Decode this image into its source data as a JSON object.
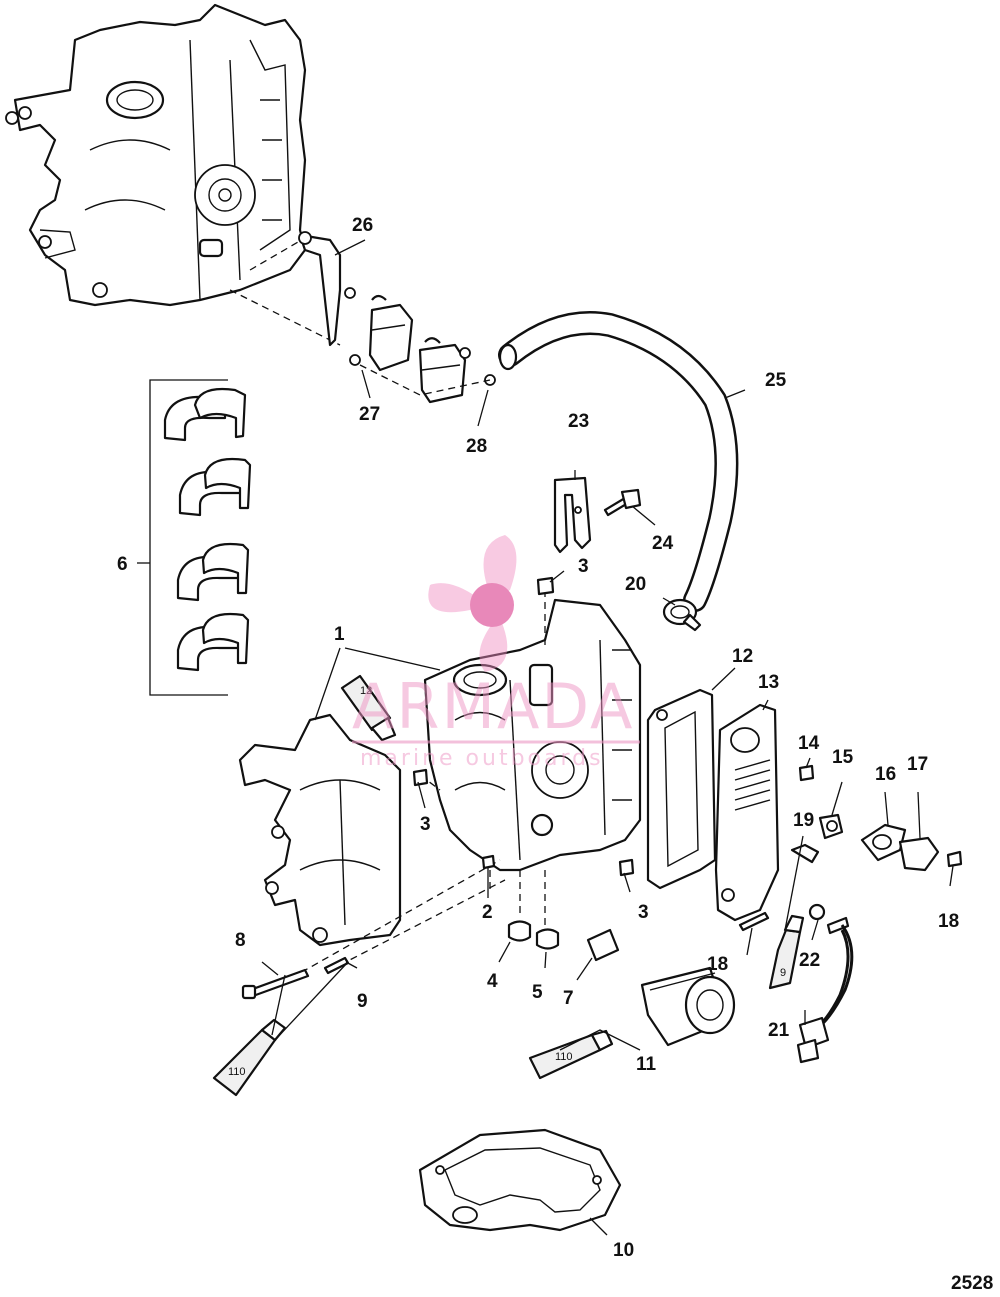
{
  "figure_number": "2528",
  "watermark": {
    "brand": "ARMADA",
    "tagline": "marine outboards",
    "color": "#e9a6c8"
  },
  "callouts": [
    {
      "id": "1",
      "label": "1"
    },
    {
      "id": "2",
      "label": "2"
    },
    {
      "id": "3a",
      "label": "3"
    },
    {
      "id": "3b",
      "label": "3"
    },
    {
      "id": "3c",
      "label": "3"
    },
    {
      "id": "4",
      "label": "4"
    },
    {
      "id": "5",
      "label": "5"
    },
    {
      "id": "6",
      "label": "6"
    },
    {
      "id": "7",
      "label": "7"
    },
    {
      "id": "8",
      "label": "8"
    },
    {
      "id": "9",
      "label": "9"
    },
    {
      "id": "10",
      "label": "10"
    },
    {
      "id": "11",
      "label": "11"
    },
    {
      "id": "12",
      "label": "12"
    },
    {
      "id": "13",
      "label": "13"
    },
    {
      "id": "14",
      "label": "14"
    },
    {
      "id": "15",
      "label": "15"
    },
    {
      "id": "16",
      "label": "16"
    },
    {
      "id": "17",
      "label": "17"
    },
    {
      "id": "18a",
      "label": "18"
    },
    {
      "id": "18b",
      "label": "18"
    },
    {
      "id": "19",
      "label": "19"
    },
    {
      "id": "20",
      "label": "20"
    },
    {
      "id": "21",
      "label": "21"
    },
    {
      "id": "22",
      "label": "22"
    },
    {
      "id": "23",
      "label": "23"
    },
    {
      "id": "24",
      "label": "24"
    },
    {
      "id": "25",
      "label": "25"
    },
    {
      "id": "26",
      "label": "26"
    },
    {
      "id": "27",
      "label": "27"
    },
    {
      "id": "28",
      "label": "28"
    }
  ],
  "sealant_tubes": [
    {
      "id": "tube-12",
      "label": "12"
    },
    {
      "id": "tube-9",
      "label": "9"
    },
    {
      "id": "tube-110-left",
      "label": "110"
    },
    {
      "id": "tube-110-filter",
      "label": "110"
    }
  ]
}
